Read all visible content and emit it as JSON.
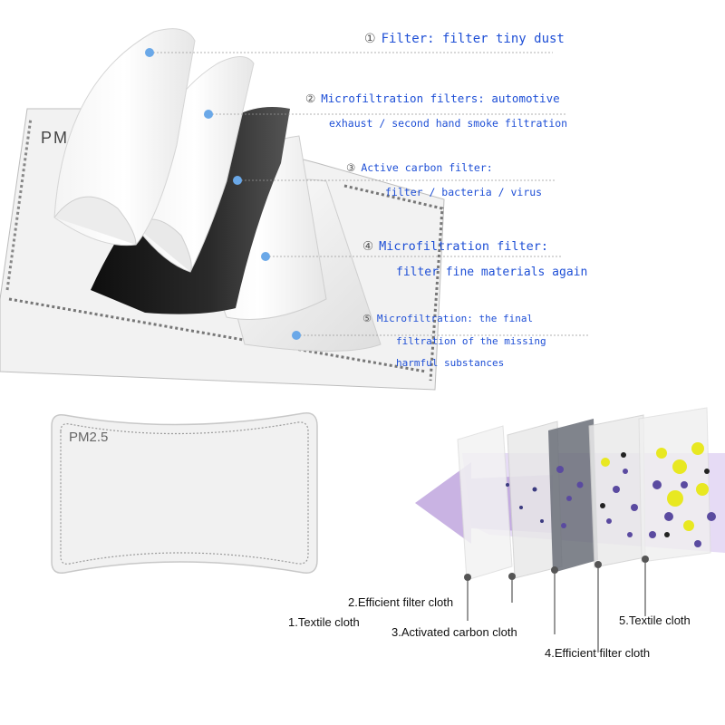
{
  "top_callouts": [
    {
      "number": "①",
      "line1": "Filter: filter tiny dust",
      "line2": ""
    },
    {
      "number": "②",
      "line1": "Microfiltration filters: automotive",
      "line2": "exhaust / second hand smoke filtration"
    },
    {
      "number": "③",
      "line1": "Active carbon filter:",
      "line2": "filter / bacteria / virus"
    },
    {
      "number": "④",
      "line1": "Microfiltration filter:",
      "line2": "filter fine materials again"
    },
    {
      "number": "⑤",
      "line1": "Microfiltration: the final",
      "line2": "filtration of the missing",
      "line3": "harmful substances"
    }
  ],
  "pm_top_label": "PM",
  "pm_pad_label": "PM2.5",
  "bottom_labels": {
    "layer1": "1.Textile cloth",
    "layer2": "2.Efficient filter cloth",
    "layer3": "3.Activated carbon cloth",
    "layer4": "4.Efficient filter cloth",
    "layer5": "5.Textile  cloth"
  },
  "colors": {
    "callout_blue": "#1e4fd6",
    "dot_blue": "#6aa8e8",
    "carbon": "#1a1a1a",
    "purple_flow": "#c9b3e6",
    "particle_yellow": "#e8e821",
    "particle_purple": "#5a4aa0"
  }
}
